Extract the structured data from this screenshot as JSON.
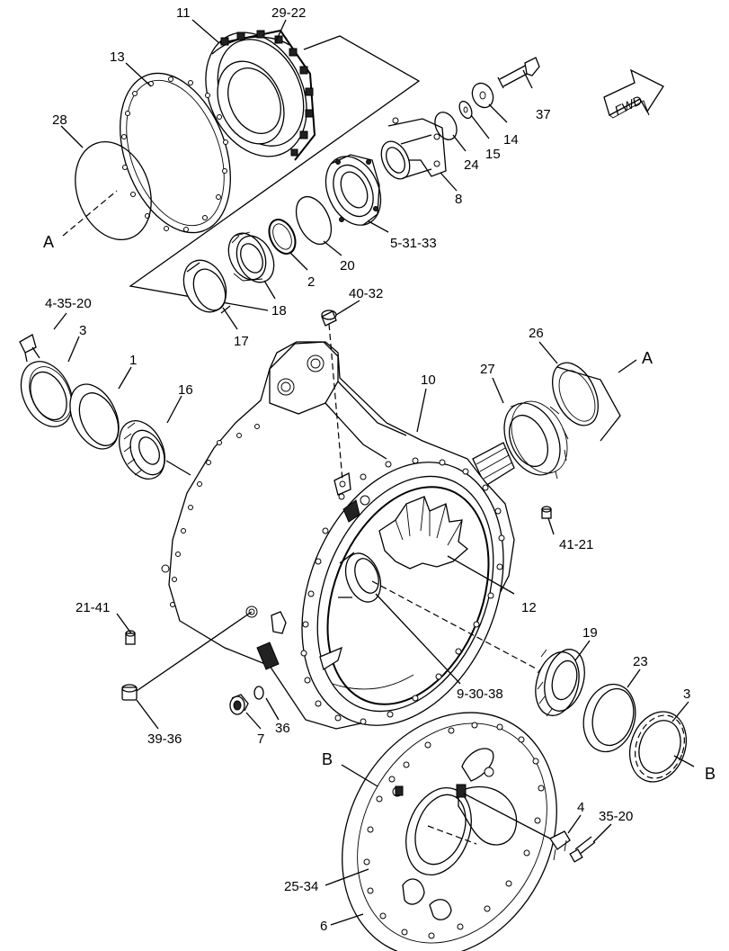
{
  "fwd_label": "FWD",
  "callouts": [
    {
      "id": "c11",
      "text": "11"
    },
    {
      "id": "c29_22",
      "text": "29-22"
    },
    {
      "id": "c13",
      "text": "13"
    },
    {
      "id": "c28",
      "text": "28"
    },
    {
      "id": "cA1",
      "text": "A"
    },
    {
      "id": "c37",
      "text": "37"
    },
    {
      "id": "c14",
      "text": "14"
    },
    {
      "id": "c15",
      "text": "15"
    },
    {
      "id": "c24",
      "text": "24"
    },
    {
      "id": "c8",
      "text": "8"
    },
    {
      "id": "c5_31_33",
      "text": "5-31-33"
    },
    {
      "id": "c20",
      "text": "20"
    },
    {
      "id": "c2",
      "text": "2"
    },
    {
      "id": "c18",
      "text": "18"
    },
    {
      "id": "c17",
      "text": "17"
    },
    {
      "id": "c40_32",
      "text": "40-32"
    },
    {
      "id": "c4_35_20",
      "text": "4-35-20"
    },
    {
      "id": "c3a",
      "text": "3"
    },
    {
      "id": "c1",
      "text": "1"
    },
    {
      "id": "c16",
      "text": "16"
    },
    {
      "id": "c26",
      "text": "26"
    },
    {
      "id": "cA2",
      "text": "A"
    },
    {
      "id": "c27",
      "text": "27"
    },
    {
      "id": "c10",
      "text": "10"
    },
    {
      "id": "c41_21",
      "text": "41-21"
    },
    {
      "id": "c12",
      "text": "12"
    },
    {
      "id": "c21_41",
      "text": "21-41"
    },
    {
      "id": "c19",
      "text": "19"
    },
    {
      "id": "c23",
      "text": "23"
    },
    {
      "id": "c3b",
      "text": "3"
    },
    {
      "id": "cB1",
      "text": "B"
    },
    {
      "id": "c9_30_38",
      "text": "9-30-38"
    },
    {
      "id": "c39_36",
      "text": "39-36"
    },
    {
      "id": "c7",
      "text": "7"
    },
    {
      "id": "c36",
      "text": "36"
    },
    {
      "id": "cB2",
      "text": "B"
    },
    {
      "id": "c4",
      "text": "4"
    },
    {
      "id": "c35_20",
      "text": "35-20"
    },
    {
      "id": "c25_34",
      "text": "25-34"
    },
    {
      "id": "c6",
      "text": "6"
    }
  ]
}
